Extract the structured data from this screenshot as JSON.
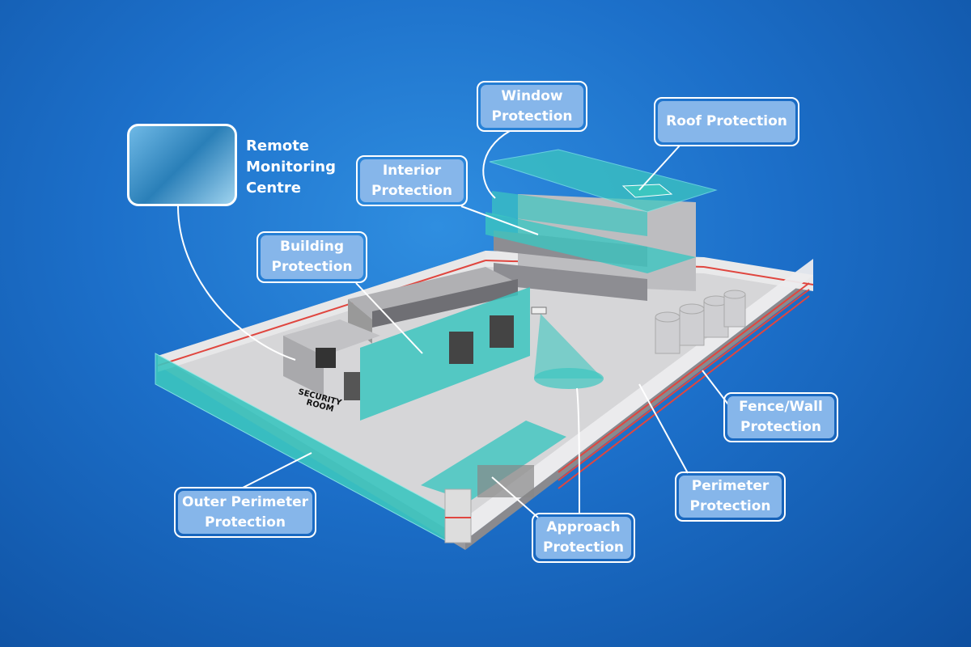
{
  "labels": {
    "remote": "Remote\nMonitoring\nCentre",
    "window": "Window\nProtection",
    "roof": "Roof Protection",
    "interior": "Interior\nProtection",
    "building": "Building\nProtection",
    "outer": "Outer Perimeter\nProtection",
    "approach": "Approach\nProtection",
    "perimeter": "Perimeter\nProtection",
    "fence": "Fence/Wall\nProtection"
  },
  "security_room": "SECURITY\nROOM",
  "colors": {
    "background": "#1c6fc9",
    "label_fill": "#86b6ea",
    "teal": "#3cc6c0",
    "fence_red": "#e0463f",
    "floor": "#d4d4d6"
  }
}
